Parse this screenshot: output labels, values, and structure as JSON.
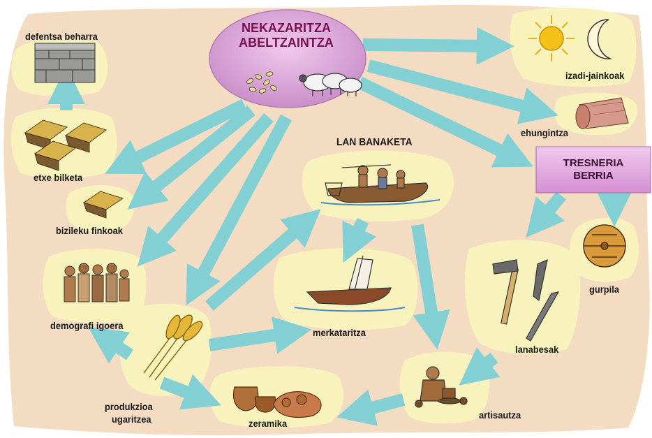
{
  "center": {
    "line1": "NEKAZARITZA",
    "line2": "ABELTZAINTZA"
  },
  "boxes": {
    "tresneria_line1": "TRESNERIA",
    "tresneria_line2": "BERRIA"
  },
  "labels": {
    "defentsa": "defentsa beharra",
    "izadi": "izadi-jainkoak",
    "ehungintza": "ehungintza",
    "etxe": "etxe bilketa",
    "bizileku": "bizileku finkoak",
    "lan": "LAN BANAKETA",
    "gurpila": "gurpila",
    "demografi": "demografi igoera",
    "merkataritza": "merkataritza",
    "lanabesak": "lanabesak",
    "produkzioa_1": "produkzioa",
    "produkzioa_2": "ugaritzea",
    "zeramika": "zeramika",
    "artisautza": "artisautza"
  },
  "colors": {
    "background": "#f3dcc2",
    "bubble": "#f8f3bc",
    "arrow": "#82d0d4",
    "center_fill": "#dfa4dc",
    "center_text": "#7a1050",
    "box_fill": "#e0a2dc"
  },
  "icons": [
    "seeds-icon",
    "sheep-icon",
    "sun-icon",
    "moon-icon",
    "cloth-roll-icon",
    "stone-wall-icon",
    "hut-icon",
    "boat-fishers-icon",
    "wheel-icon",
    "people-group-icon",
    "sailboat-icon",
    "axe-spearheads-icon",
    "wheat-icon",
    "pottery-icon",
    "potter-icon"
  ]
}
